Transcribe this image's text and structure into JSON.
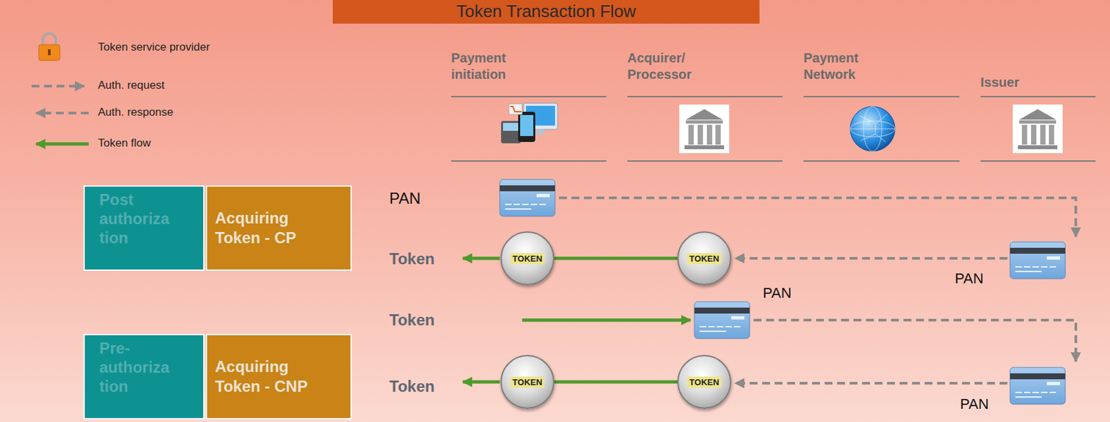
{
  "diagram": {
    "title": "Token Transaction Flow",
    "nodes": [
      {
        "text": [
          "Post authoriza tion"
        ]
      },
      {
        "text": [
          "Acquiring Token - CP"
        ]
      },
      {
        "text": [
          "Pre- authoriza tion"
        ]
      },
      {
        "text": [
          "Acquiring Token - CNP"
        ]
      },
      {
        "text": [
          "TOKEN"
        ]
      },
      {
        "text": [
          "TOKEN"
        ]
      },
      {
        "text": [
          "TOKEN"
        ]
      },
      {
        "text": [
          "TOKEN"
        ]
      }
    ],
    "edges": [
      {
        "from": 5,
        "to": 4,
        "arrow": "none"
      },
      {
        "from": 7,
        "to": 6,
        "arrow": "none"
      }
    ],
    "labels": [
      "Payment initiation",
      "Acquirer/ Processor",
      "Payment Network",
      "Issuer",
      "PAN",
      "Token",
      "PAN",
      "PAN",
      "Token",
      "Token",
      "PAN"
    ],
    "legend": [
      {
        "text": "Token service provider"
      },
      {
        "text": "Auth. request"
      },
      {
        "text": "Auth. response"
      },
      {
        "text": "Token flow"
      }
    ]
  }
}
